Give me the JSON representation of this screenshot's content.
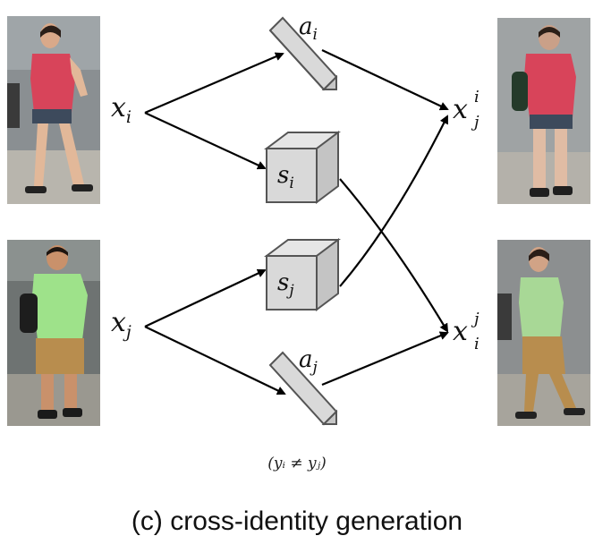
{
  "diagram": {
    "inputs": [
      {
        "id": "x_i",
        "base": "x",
        "sub": "i"
      },
      {
        "id": "x_j",
        "base": "x",
        "sub": "j"
      }
    ],
    "appearance_codes": [
      {
        "id": "a_i",
        "base": "a",
        "sub": "i"
      },
      {
        "id": "a_j",
        "base": "a",
        "sub": "j"
      }
    ],
    "structure_codes": [
      {
        "id": "s_i",
        "base": "s",
        "sub": "i"
      },
      {
        "id": "s_j",
        "base": "s",
        "sub": "j"
      }
    ],
    "outputs": [
      {
        "id": "x_j_i",
        "base": "x",
        "sub": "j",
        "sup": "i"
      },
      {
        "id": "x_i_j",
        "base": "x",
        "sub": "i",
        "sup": "j"
      }
    ],
    "edges": [
      [
        "x_i",
        "a_i"
      ],
      [
        "x_i",
        "s_i"
      ],
      [
        "x_j",
        "s_j"
      ],
      [
        "x_j",
        "a_j"
      ],
      [
        "a_i",
        "x_j_i"
      ],
      [
        "s_j",
        "x_j_i"
      ],
      [
        "s_i",
        "x_i_j"
      ],
      [
        "a_j",
        "x_i_j"
      ]
    ],
    "constraint": "(yᵢ ≠ yⱼ)",
    "caption": "(c)  cross-identity generation",
    "colors": {
      "shirt_red": "#d8445a",
      "shirt_green": "#9ee28a",
      "shorts_tan": "#b88d4e",
      "block_fill": "#d9d9d9",
      "block_stroke": "#555555"
    }
  }
}
